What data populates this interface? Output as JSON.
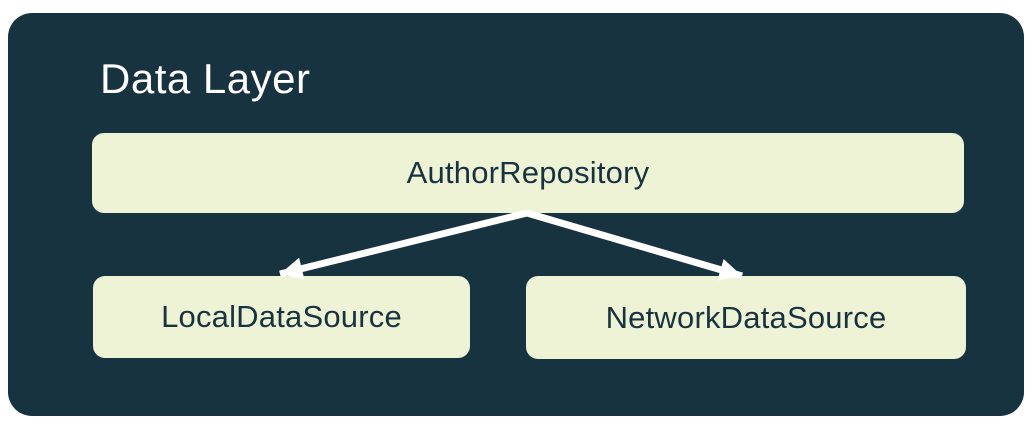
{
  "diagram": {
    "title": "Data Layer",
    "nodes": [
      {
        "id": "author-repository",
        "label": "AuthorRepository"
      },
      {
        "id": "local-data-source",
        "label": "LocalDataSource"
      },
      {
        "id": "network-data-source",
        "label": "NetworkDataSource"
      }
    ],
    "edges": [
      {
        "from": "AuthorRepository",
        "to": "LocalDataSource"
      },
      {
        "from": "AuthorRepository",
        "to": "NetworkDataSource"
      }
    ]
  },
  "colors": {
    "page_bg": "#ffffff",
    "panel_bg": "#183340",
    "node_bg": "#eff3d6",
    "node_text": "#183340",
    "title_text": "#ffffff",
    "arrow": "#ffffff"
  }
}
